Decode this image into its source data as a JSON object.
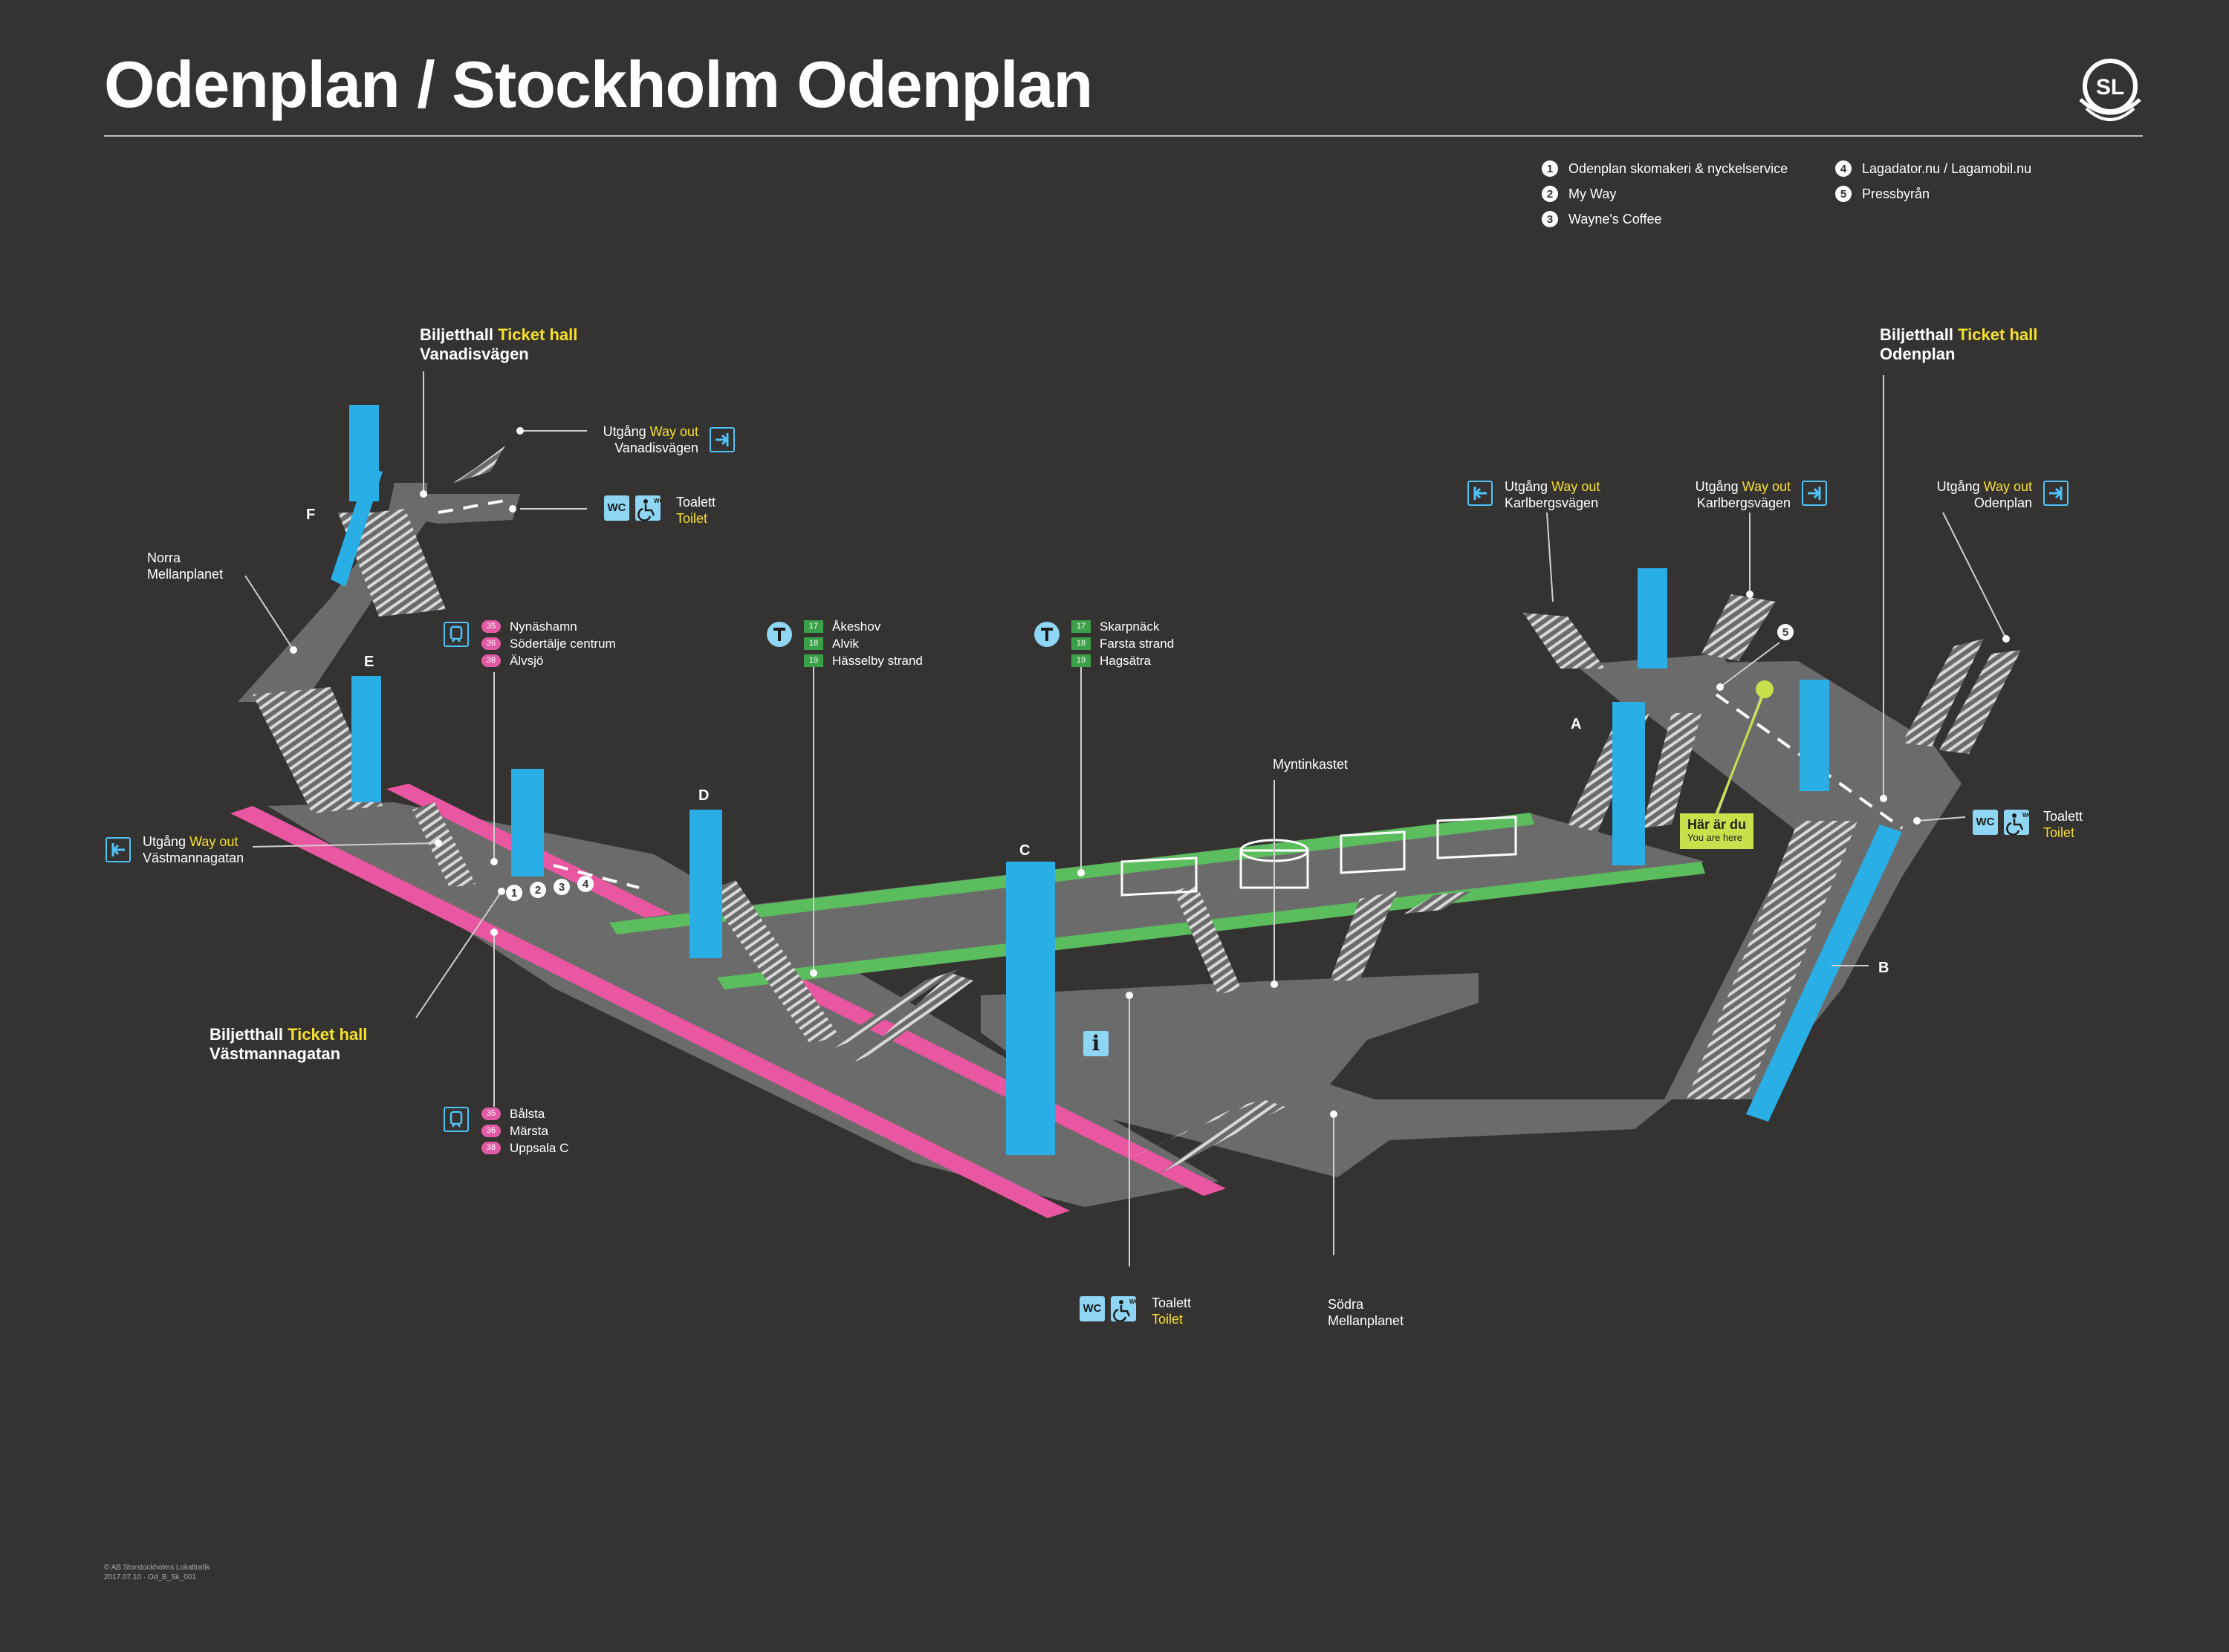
{
  "title": "Odenplan / Stockholm Odenplan",
  "logo": {
    "icon": "sl-logo-icon",
    "text": "SL"
  },
  "colors": {
    "background": "#353232",
    "floor": "#6b6b6b",
    "pillar": "#29aee6",
    "pendeltag_track": "#e8579f",
    "metro_track": "#5cbd5e",
    "you_are_here": "#c8e04b",
    "highlight_text": "#f7e02b"
  },
  "legend": {
    "left": [
      {
        "num": "1",
        "label": "Odenplan skomakeri & nyckelservice"
      },
      {
        "num": "2",
        "label": "My Way"
      },
      {
        "num": "3",
        "label": "Wayne's Coffee"
      }
    ],
    "right": [
      {
        "num": "4",
        "label": "Lagadator.nu / Lagamobil.nu"
      },
      {
        "num": "5",
        "label": "Pressbyrån"
      }
    ]
  },
  "ticket_halls": {
    "vanadis": {
      "sv": "Biljetthall",
      "en": "Ticket hall",
      "street": "Vanadisvägen"
    },
    "odenplan": {
      "sv": "Biljetthall",
      "en": "Ticket hall",
      "street": "Odenplan"
    },
    "vastmanna": {
      "sv": "Biljetthall",
      "en": "Ticket hall",
      "street": "Västmannagatan"
    }
  },
  "exits": {
    "vanadis": {
      "sv": "Utgång",
      "en": "Way out",
      "street": "Vanadisvägen",
      "icon": "exit-arrow-icon"
    },
    "karlberg1": {
      "sv": "Utgång",
      "en": "Way out",
      "street": "Karlbergsvägen",
      "icon": "exit-arrow-icon"
    },
    "karlberg2": {
      "sv": "Utgång",
      "en": "Way out",
      "street": "Karlbergsvägen",
      "icon": "exit-arrow-icon"
    },
    "odenplan": {
      "sv": "Utgång",
      "en": "Way out",
      "street": "Odenplan",
      "icon": "exit-arrow-icon"
    },
    "vastmanna": {
      "sv": "Utgång",
      "en": "Way out",
      "street": "Västmannagatan",
      "icon": "exit-arrow-icon"
    }
  },
  "toilets": {
    "sv": "Toalett",
    "en": "Toilet",
    "wc": "WC",
    "wc_small": "WC",
    "icons": [
      "wc-icon",
      "accessible-toilet-icon"
    ]
  },
  "areas": {
    "norra": "Norra\nMellanplanet",
    "sodra": "Södra\nMellanplanet",
    "myntinkastet": "Myntinkastet"
  },
  "entrances": {
    "a": "A",
    "b": "B",
    "c": "C",
    "d": "D",
    "e": "E",
    "f": "F"
  },
  "pendeltag_north": {
    "icon": "commuter-train-icon",
    "items": [
      {
        "line": "35",
        "dest": "Nynäshamn"
      },
      {
        "line": "36",
        "dest": "Södertälje centrum"
      },
      {
        "line": "38",
        "dest": "Älvsjö"
      }
    ]
  },
  "pendeltag_south": {
    "icon": "commuter-train-icon",
    "items": [
      {
        "line": "35",
        "dest": "Bålsta"
      },
      {
        "line": "36",
        "dest": "Märsta"
      },
      {
        "line": "38",
        "dest": "Uppsala C"
      }
    ]
  },
  "metro_west": {
    "icon": "metro-t-icon",
    "items": [
      {
        "line": "17",
        "dest": "Åkeshov"
      },
      {
        "line": "18",
        "dest": "Alvik"
      },
      {
        "line": "19",
        "dest": "Hässelby strand"
      }
    ]
  },
  "metro_east": {
    "icon": "metro-t-icon",
    "items": [
      {
        "line": "17",
        "dest": "Skarpnäck"
      },
      {
        "line": "18",
        "dest": "Farsta strand"
      },
      {
        "line": "19",
        "dest": "Hagsätra"
      }
    ]
  },
  "shop_markers": [
    "1",
    "2",
    "3",
    "4"
  ],
  "pressbyran_marker": "5",
  "you_are_here": {
    "sv": "Här är du",
    "en": "You are here"
  },
  "info_icon": {
    "icon": "information-icon",
    "text": "i"
  },
  "footer": {
    "line1": "© AB Storstockholms Lokaltrafik",
    "line2": "2017.07.10 · Od_B_Sk_001"
  }
}
